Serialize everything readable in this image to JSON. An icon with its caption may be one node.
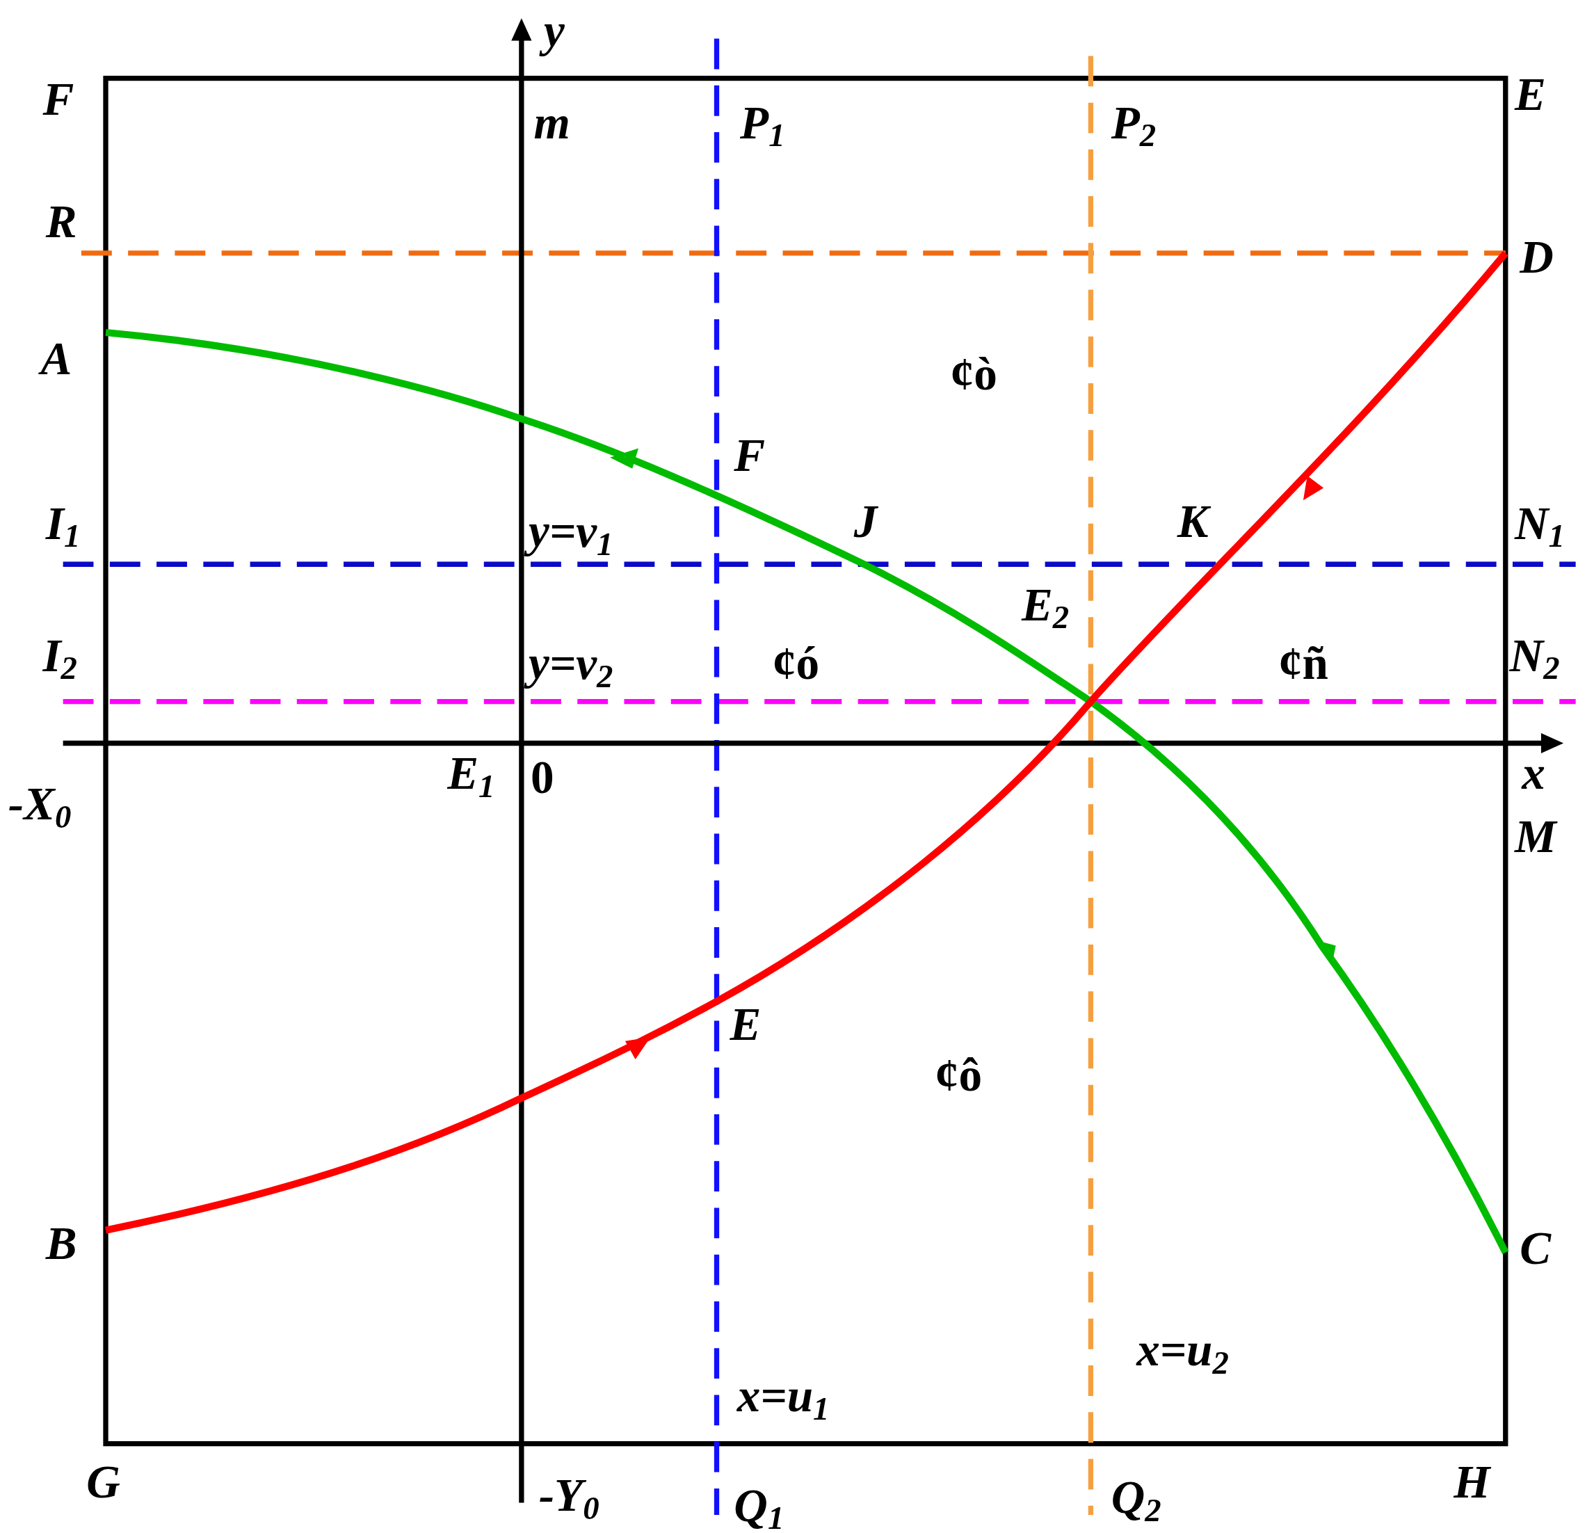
{
  "diagram": {
    "labels": [
      "y",
      "F",
      "m",
      "P$_{1}$",
      "P$_{2}$",
      "E",
      "R",
      "D",
      "A",
      "¢ò",
      "F",
      "I$_{1}$",
      "y=v$_{1}$",
      "J",
      "K",
      "N$_{1}$",
      "E$_{2}$",
      "I$_{2}$",
      "y=v$_{2}$",
      "¢ó",
      "¢ñ",
      "N$_{2}$",
      "E$_{1}$",
      "0",
      "x",
      "-X$_{0}$",
      "M",
      "E",
      "¢ô",
      "B",
      "C",
      "x=u$_{2}$",
      "x=u$_{1}$",
      "G",
      "-Y$_{0}$",
      "Q$_{1}$",
      "Q$_{2}$",
      "H"
    ]
  }
}
